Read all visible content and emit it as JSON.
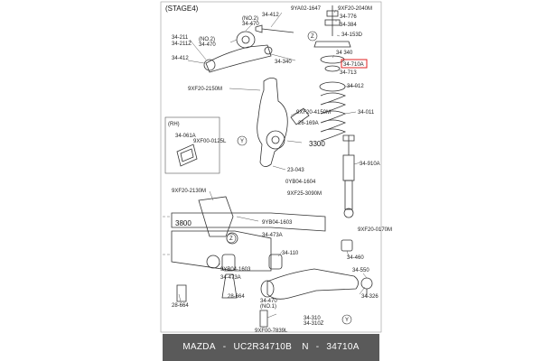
{
  "stage": "(STAGE4)",
  "inset_label": "(RH)",
  "highlight_color": "#e02020",
  "labels": {
    "p34211": "34-211",
    "p34211z": "34-211Z",
    "no2": "(NO.2)",
    "p34470a": "34-470",
    "no2b": "(NO.2)",
    "p34470b": "34-470",
    "p34412a": "34-412",
    "p34412b": "34-412",
    "p34340a": "34-340",
    "p9yao": "9YA02-1647",
    "p9xf20_2040": "9XF20-2040M",
    "p34776": "34-776",
    "p34384": "34-384",
    "p34153": "34-153D",
    "p34340b": "34 340",
    "p34710a": "34-710A",
    "p34713": "34-713",
    "p34012": "34-012",
    "p34011": "34-011",
    "p9xf20_2150": "9XF20-2150M",
    "p9xf20_4150": "9XF20-4150M",
    "p26169": "26-169A",
    "p34061": "34-061A",
    "p9xf00_0125": "9XF00-0125L",
    "p3300": "3300",
    "p23043": "23-043",
    "p0yb04": "0YB04-1604",
    "p9xf25_3090": "9XF25-3090M",
    "p34910": "34-910A",
    "p9xf20_2130": "9XF20-2130M",
    "p3800": "3800",
    "p9yb04_1603a": "9YB04-1603",
    "p34473a": "34-473A",
    "p9xf20_0170": "9XF20-0170M",
    "p34110": "34-110",
    "p34460": "34-460",
    "p9yb04_1603b": "9YB04-1603",
    "p34473b": "34-473A",
    "p34550": "34-550",
    "p28664a": "28-664",
    "p28664b": "28-664",
    "p34326": "34-326",
    "p34470c": "34-470",
    "no1": "(NO.1)",
    "p34310": "34-310",
    "p34310z": "34-310Z",
    "p9xf00_7839": "9XF00-7839L",
    "marker_y": "Y",
    "marker_z": "Z"
  },
  "footer": {
    "brand": "MAZDA",
    "sep1": "-",
    "part_code": "UC2R34710B",
    "num_prefix": "N",
    "sep2": "-",
    "part_number": "34710A"
  }
}
